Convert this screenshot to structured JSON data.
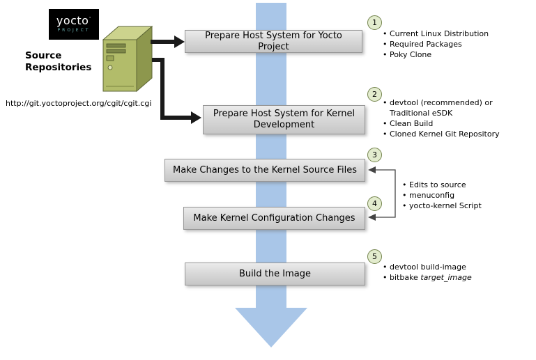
{
  "logo": {
    "wordmark": "yocto",
    "dot": "·",
    "subtitle": "PROJECT"
  },
  "source": {
    "title_line1": "Source",
    "title_line2": "Repositories",
    "url": "http://git.yoctoproject.org/cgit/cgit.cgi"
  },
  "steps": [
    {
      "num": "1",
      "label": "Prepare Host System for Yocto Project",
      "bullets": [
        "Current Linux Distribution",
        "Required Packages",
        "Poky Clone"
      ]
    },
    {
      "num": "2",
      "label": "Prepare Host System for Kernel Development",
      "bullets": [
        "devtool (recommended) or Traditional eSDK",
        "Clean Build",
        "Cloned Kernel Git Repository"
      ]
    },
    {
      "num": "3",
      "label": "Make Changes to the Kernel Source Files"
    },
    {
      "num": "4",
      "label": "Make Kernel Configuration Changes"
    },
    {
      "num": "5",
      "label": "Build the Image",
      "bullets": [
        "devtool build-image"
      ],
      "bitbake_prefix": "bitbake",
      "bitbake_italic": "target_image"
    }
  ],
  "shared_bullets": [
    "Edits to source",
    "menuconfig",
    "yocto-kernel Script"
  ],
  "colors": {
    "flow_arrow_blue": "#a9c6e8",
    "box_gray_top": "#ebebeb",
    "box_gray_bottom": "#c6c6c6",
    "badge_fill": "#e3ecce",
    "badge_border": "#74844e",
    "server_green_front": "#b2bc6a",
    "server_green_side": "#8d974d",
    "server_green_top": "#ccd38d",
    "logo_background": "#000000",
    "logo_subtitle_teal": "#6fb5b5",
    "arrow_black": "#1a1a1a"
  }
}
